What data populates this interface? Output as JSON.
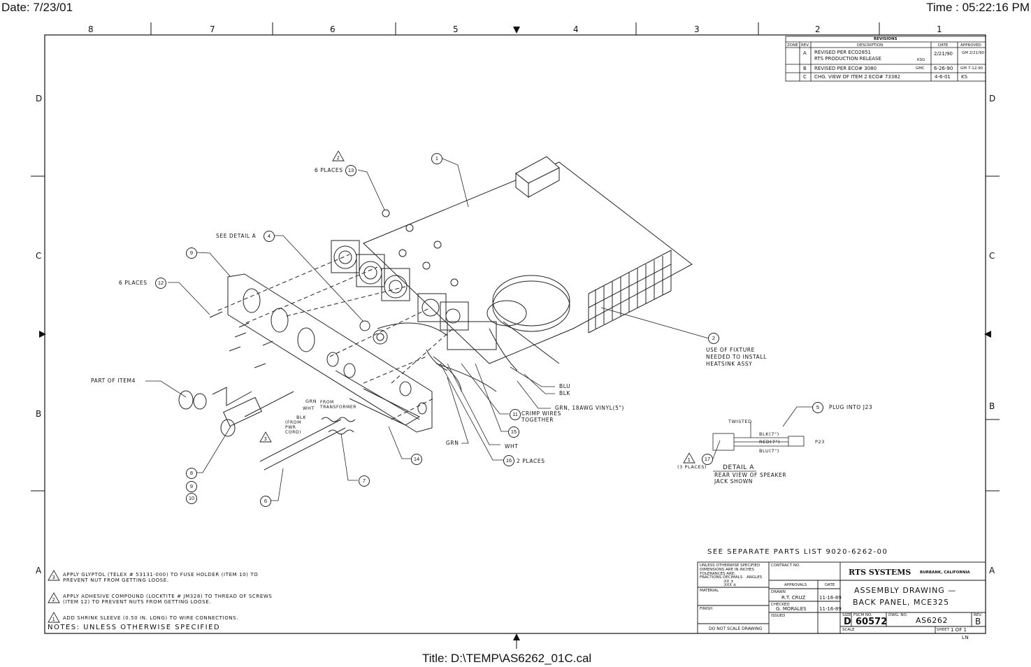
{
  "header": {
    "date": "Date: 7/23/01",
    "time": "Time : 05:22:16 PM",
    "title": "Title: D:\\TEMP\\AS6262_01C.cal"
  },
  "zones": {
    "columns": [
      "8",
      "7",
      "6",
      "5",
      "4",
      "3",
      "2",
      "1"
    ],
    "rows": [
      "D",
      "C",
      "B",
      "A"
    ]
  },
  "revisions": {
    "caption": "REVISIONS",
    "headers": [
      "ZONE",
      "REV.",
      "DESCRIPTION",
      "DATE",
      "APPROVED"
    ],
    "rows": [
      {
        "rev": "A",
        "desc": "REVISED PER ECO2851",
        "desc2": "RTS PRODUCTION RELEASE",
        "by": "KSG",
        "date": "2/21/90",
        "approved": "GM 2/21/90"
      },
      {
        "rev": "B",
        "desc": "REVISED PER ECO# 3080",
        "desc2": "",
        "by": "GMC",
        "date": "6-26-90",
        "approved": "GM 7-12-90"
      },
      {
        "rev": "C",
        "desc": "CHG. VIEW OF ITEM 2  ECO# 73382",
        "desc2": "",
        "by": "",
        "date": "4-6-01",
        "approved": "KS"
      }
    ]
  },
  "callouts": {
    "c1": "1",
    "c2": "2",
    "c3": "3",
    "c4": "4",
    "c5": "5",
    "c6": "6",
    "c7": "7",
    "c8": "8",
    "c9": "9",
    "c10": "10",
    "c11": "11",
    "c12": "12",
    "c13": "13",
    "c14": "14",
    "c15": "15",
    "c16": "16",
    "c17": "17"
  },
  "labels": {
    "six_places_13": "6 PLACES",
    "see_detail_a": "SEE DETAIL A",
    "six_places_12": "6 PLACES",
    "part_of_item4": "PART OF ITEM4",
    "grn_top": "GRN",
    "wht_top": "WHT",
    "from_transformer": "FROM TRANSFORMER",
    "blk": "BLK",
    "from_pwr_cord": "(FROM PWR CORD)",
    "blu": "BLU",
    "blk2": "BLK",
    "grn_vinyl": "GRN, 18AWG VINYL(5\")",
    "crimp": "CRIMP WIRES TOGETHER",
    "grn": "GRN",
    "wht": "WHT",
    "two_places": "2 PLACES",
    "use_fixture": "USE OF FIXTURE NEEDED TO INSTALL HEATSINK ASSY",
    "plug_into": "PLUG INTO J23",
    "twisted": "TWISTED",
    "blk7": "BLK(7\")",
    "red7": "RED(7\")",
    "blu7": "BLU(7\")",
    "p23": "P23",
    "three_places": "(3 PLACES)",
    "detail_a": "DETAIL A",
    "rear_view": "REAR VIEW OF SPEAKER JACK SHOWN",
    "parts_list": "SEE SEPARATE PARTS LIST 9020-6262-00"
  },
  "notes": {
    "n3": "APPLY GLYPTOL (TELEX # 53131-000) TO FUSE HOLDER (ITEM 10) TO PREVENT NUT FROM GETTING LOOSE.",
    "n2": "APPLY ADHESIVE COMPOUND (LOCKTITE # JM328) TO THREAD OF SCREWS (ITEM 12) TO PREVENT NUTS FROM GETTING LOOSE.",
    "n1": "ADD SHRINK SLEEVE (0.50 IN. LONG) TO WIRE CONNECTIONS.",
    "heading": "NOTES: UNLESS OTHERWISE SPECIFIED"
  },
  "title_block": {
    "tolerance_head": "UNLESS OTHERWISE SPECIFIED DIMENSIONS ARE IN INCHES TOLERANCES ARE:",
    "fractions": "FRACTIONS",
    "decimals": "DECIMALS",
    "angles": "ANGLES",
    "xx": ".XX ±",
    "xxx": ".XXX ±",
    "material": "MATERIAL",
    "finish": "FINISH",
    "do_not_scale": "DO NOT SCALE DRAWING",
    "contract_no": "CONTRACT NO.",
    "approvals": "APPROVALS",
    "date": "DATE",
    "drawn": "DRAWN",
    "drawn_by": "R.T. CRUZ",
    "drawn_date": "11-16-89",
    "checked": "CHECKED",
    "checked_by": "G. MORALES",
    "checked_date": "11-16-89",
    "issued": "ISSUED",
    "company": "RTS SYSTEMS",
    "location": "BURBANK, CALIFORNIA",
    "title1": "ASSEMBLY DRAWING —",
    "title2": "BACK PANEL, MCE325",
    "size_lbl": "SIZE",
    "size": "D",
    "fscm_lbl": "FSCM NO.",
    "fscm": "60572",
    "dwg_lbl": "DWG. NO.",
    "dwg": "AS6262",
    "rev_lbl": "REV.",
    "rev": "B",
    "scale_lbl": "SCALE",
    "sheet_lbl": "SHEET",
    "sheet": "1 OF 1",
    "initials": "LN"
  }
}
